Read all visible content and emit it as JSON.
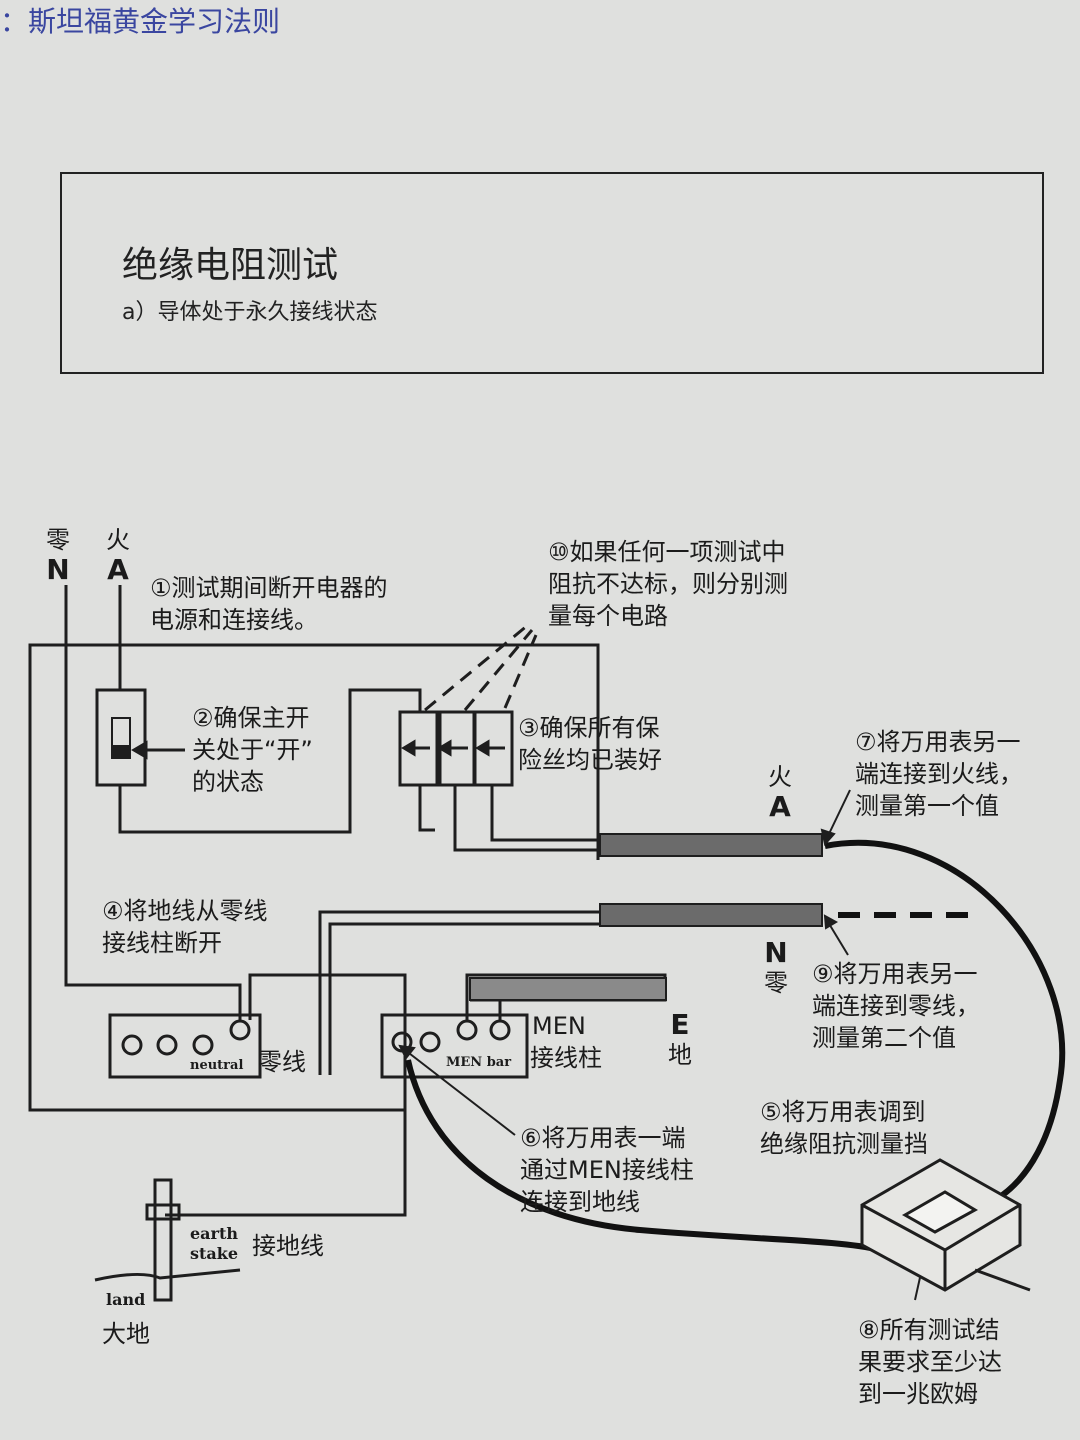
{
  "header": {
    "text": "：斯坦福黄金学习法则"
  },
  "title_box": {
    "title": "绝缘电阻测试",
    "subtitle": "a）导体处于永久接线状态"
  },
  "top_left": {
    "neutral_cn": "零",
    "neutral_letter": "N",
    "live_cn": "火",
    "live_letter": "A"
  },
  "steps": {
    "s1": "①测试期间断开电器的\n电源和连接线。",
    "s2": "②确保主开\n关处于“开”\n的状态",
    "s3": "③确保所有保\n险丝均已装好",
    "s4": "④将地线从零线\n接线柱断开",
    "s5": "⑤将万用表调到\n绝缘阻抗测量挡",
    "s6": "⑥将万用表一端\n通过MEN接线柱\n连接到地线",
    "s7": "⑦将万用表另一\n端连接到火线，\n测量第一个值",
    "s8": "⑧所有测试结\n果要求至少达\n到一兆欧姆",
    "s9": "⑨将万用表另一\n端连接到零线，\n测量第二个值",
    "s10": "⑩如果任何一项测试中\n阻抗不达标，则分别测\n量每个电路"
  },
  "right_labels": {
    "live_cn": "火",
    "live_letter": "A",
    "neutral_letter": "N",
    "neutral_cn": "零",
    "earth_letter": "E",
    "earth_cn": "地"
  },
  "bars": {
    "neutral_term": "neutral",
    "neutral_cn": "零线",
    "men_term": "MEN bar",
    "men_en": "MEN",
    "men_cn": "接线柱"
  },
  "ground": {
    "stake_en": "earth\nstake",
    "stake_cn": "接地线",
    "land_en": "land",
    "land_cn": "大地"
  }
}
